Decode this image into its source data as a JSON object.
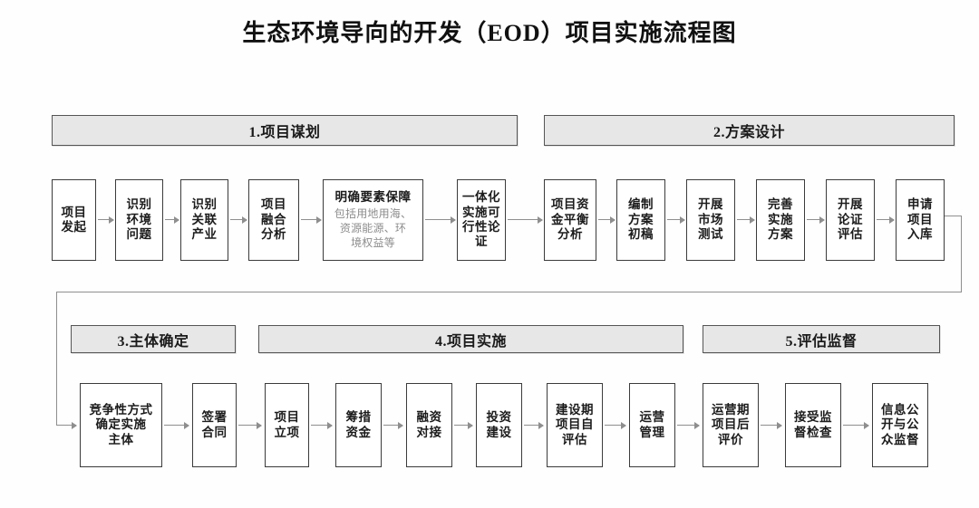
{
  "title": "生态环境导向的开发（EOD）项目实施流程图",
  "phases": [
    {
      "id": "phase-1",
      "label": "1.项目谋划"
    },
    {
      "id": "phase-2",
      "label": "2.方案设计"
    },
    {
      "id": "phase-3",
      "label": "3.主体确定"
    },
    {
      "id": "phase-4",
      "label": "4.项目实施"
    },
    {
      "id": "phase-5",
      "label": "5.评估监督"
    }
  ],
  "row1": [
    {
      "id": "n1",
      "title": "项目\n发起"
    },
    {
      "id": "n2",
      "title": "识别\n环境\n问题"
    },
    {
      "id": "n3",
      "title": "识别\n关联\n产业"
    },
    {
      "id": "n4",
      "title": "项目\n融合\n分析"
    },
    {
      "id": "n5",
      "title": "明确要素保障",
      "sub": "包括用地用海、\n资源能源、环\n境权益等"
    },
    {
      "id": "n6",
      "title": "一体化\n实施可\n行性论\n证"
    },
    {
      "id": "n7",
      "title": "项目资\n金平衡\n分析"
    },
    {
      "id": "n8",
      "title": "编制\n方案\n初稿"
    },
    {
      "id": "n9",
      "title": "开展\n市场\n测试"
    },
    {
      "id": "n10",
      "title": "完善\n实施\n方案"
    },
    {
      "id": "n11",
      "title": "开展\n论证\n评估"
    },
    {
      "id": "n12",
      "title": "申请\n项目\n入库"
    }
  ],
  "row2": [
    {
      "id": "m1",
      "title": "竞争性方式\n确定实施\n主体"
    },
    {
      "id": "m2",
      "title": "签署\n合同"
    },
    {
      "id": "m3",
      "title": "项目\n立项"
    },
    {
      "id": "m4",
      "title": "筹措\n资金"
    },
    {
      "id": "m5",
      "title": "融资\n对接"
    },
    {
      "id": "m6",
      "title": "投资\n建设"
    },
    {
      "id": "m7",
      "title": "建设期\n项目自\n评估"
    },
    {
      "id": "m8",
      "title": "运营\n管理"
    },
    {
      "id": "m9",
      "title": "运营期\n项目后\n评价"
    },
    {
      "id": "m10",
      "title": "接受监\n督检查"
    },
    {
      "id": "m11",
      "title": "信息公\n开与公\n众监督"
    }
  ],
  "colors": {
    "box_border": "#3b3b3b",
    "phase_fill": "#e7e7e7",
    "phase_border": "#555555",
    "arrow": "#8e8e8e",
    "subtitle_text": "#8d8d8d",
    "title_text": "#111111"
  },
  "chart_data": {
    "type": "diagram",
    "title": "生态环境导向的开发（EOD）项目实施流程图",
    "flow_direction": "left-to-right, wrapping to second row",
    "phase_count": 5,
    "node_count": 23,
    "phases": [
      {
        "number": 1,
        "name": "项目谋划",
        "steps": [
          "项目发起",
          "识别环境问题",
          "识别关联产业",
          "项目融合分析",
          "明确要素保障",
          "一体化实施可行性论证"
        ]
      },
      {
        "number": 2,
        "name": "方案设计",
        "steps": [
          "项目资金平衡分析",
          "编制方案初稿",
          "开展市场测试",
          "完善实施方案",
          "开展论证评估",
          "申请项目入库"
        ]
      },
      {
        "number": 3,
        "name": "主体确定",
        "steps": [
          "竞争性方式确定实施主体",
          "签署合同"
        ]
      },
      {
        "number": 4,
        "name": "项目实施",
        "steps": [
          "项目立项",
          "筹措资金",
          "融资对接",
          "投资建设",
          "建设期项目自评估",
          "运营管理"
        ]
      },
      {
        "number": 5,
        "name": "评估监督",
        "steps": [
          "运营期项目后评价",
          "接受监督检查",
          "信息公开与公众监督"
        ]
      }
    ]
  }
}
